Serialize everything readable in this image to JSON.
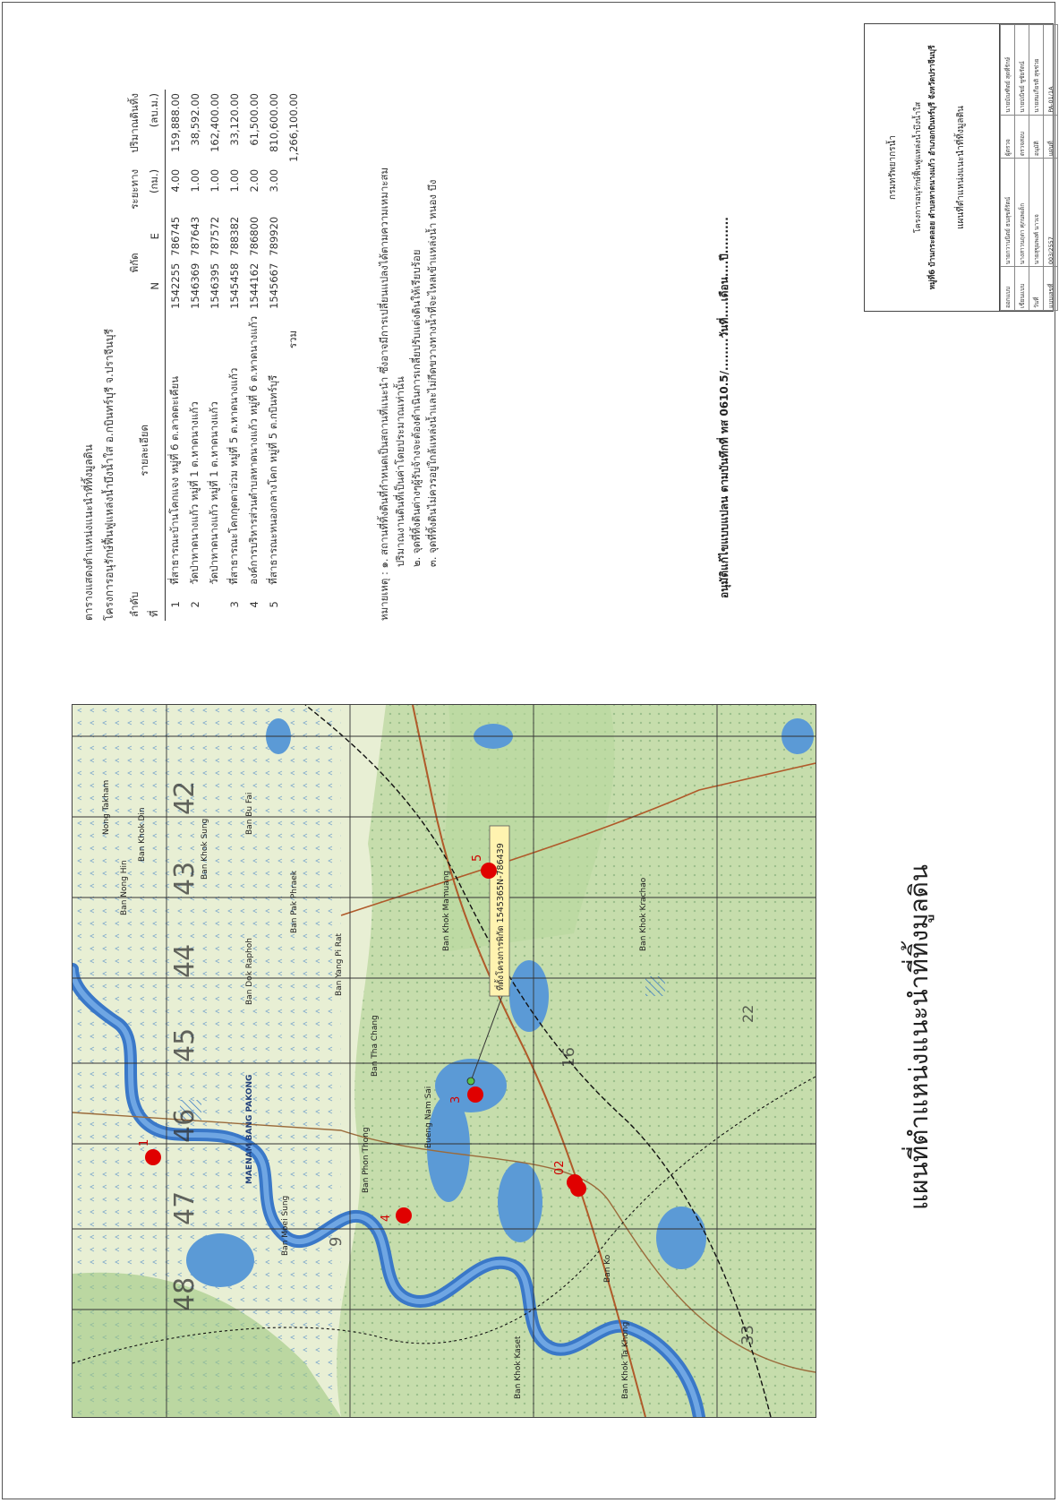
{
  "map": {
    "title": "แผนที่ตำแหน่งแนะนำที่ทิ้งมูลดิน",
    "grid_numbers": [
      "48",
      "47",
      "46",
      "45",
      "44",
      "43",
      "42",
      "33",
      "16",
      "22",
      "9"
    ],
    "place_labels": [
      "Ban Khok Kaset",
      "Ban Moei Sung",
      "Ban Phon Thong",
      "Ban Ko",
      "Ban Khok Krachao",
      "Ban Khok Mamuang",
      "Ban Khok Sung",
      "Ban Khok Din",
      "Ban Bu Fai",
      "Ban Yang Pi Rat",
      "Ban Tha Chang",
      "Bueng Nam Sai",
      "Nong Takham",
      "Ban Nong Hin",
      "Ban Dok Raphoh",
      "Ban Pak Phraek",
      "MAENAM BANG PAKONG",
      "Ban Khok Ta Khong"
    ],
    "points": [
      {
        "label": "1"
      },
      {
        "label": "02"
      },
      {
        "label": "3"
      },
      {
        "label": "4"
      },
      {
        "label": "5"
      }
    ],
    "callout": "ที่ตั้งโครงการพิกัด 1545365N-786439",
    "colors": {
      "point": "#e00000",
      "river": "#3a78c8",
      "forest": "#8fbf6a",
      "field": "#eef3d8"
    }
  },
  "table": {
    "caption1": "ตารางแสดงตำแหน่งแนะนำที่ทิ้งมูลดิน",
    "caption2": "โครงการอนุรักษ์ฟื้นฟูแหล่งน้ำบึงน้ำใส อ.กบินทร์บุรี จ.ปราจีนบุรี",
    "headers": {
      "no": "ลำดับ",
      "no2": "ที่",
      "detail": "รายละเอียด",
      "coord": "พิกัด",
      "n": "N",
      "e": "E",
      "dist": "ระยะทาง",
      "dist_unit": "(กม.)",
      "vol": "ปริมาณดินทิ้ง",
      "vol_unit": "(ลบ.ม.)"
    },
    "rows": [
      {
        "no": "1",
        "detail": "ที่สาธารณะบ้านโคกแจง หมู่ที่ 6 ต.ลาดตะเคียน",
        "n": "1542255",
        "e": "786745",
        "dist": "4.00",
        "vol": "159,888.00"
      },
      {
        "no": "2",
        "detail": "วัดป่าหาดนางแก้ว หมู่ที่ 1 ต.หาดนางแก้ว",
        "n": "1546369",
        "e": "787643",
        "dist": "1.00",
        "vol": "38,592.00"
      },
      {
        "no": "",
        "detail": "วัดป่าหาดนางแก้ว หมู่ที่ 1 ต.หาดนางแก้ว",
        "n": "1546395",
        "e": "787572",
        "dist": "1.00",
        "vol": "162,400.00"
      },
      {
        "no": "3",
        "detail": "ที่สาธารณะโคกกุดตาอ่วม หมู่ที่ 5 ต.หาดนางแก้ว",
        "n": "1545458",
        "e": "788382",
        "dist": "1.00",
        "vol": "33,120.00"
      },
      {
        "no": "4",
        "detail": "องค์การบริหารส่วนตำบลหาดนางแก้ว หมู่ที่ 6 ต.หาดนางแก้ว",
        "n": "1544162",
        "e": "786800",
        "dist": "2.00",
        "vol": "61,500.00"
      },
      {
        "no": "5",
        "detail": "ที่สาธารณะหนองกลางโคก หมู่ที่ 5 ต.กบินทร์บุรี",
        "n": "1545667",
        "e": "789920",
        "dist": "3.00",
        "vol": "810,600.00"
      }
    ],
    "total_label": "รวม",
    "total_vol": "1,266,100.00"
  },
  "notes": [
    "หมายเหตุ : ๑. สถานที่ทิ้งดินที่กำหนดเป็นสถานที่แนะนำ ซึ่งอาจมีการเปลี่ยนแปลงได้ตามความเหมาะสม",
    "ปริมาณงานดินที่เป็นค่าโดยประมาณเท่านั้น",
    "๒. จุดที่ทิ้งดินต่างๆผู้รับจ้างจะต้องดำเนินการเกลี่ยปรับแต่งดินให้เรียบร้อย",
    "๓. จุดที่ทิ้งดินไม่ควรอยู่ใกล้แหล่งน้ำและไม่กีดขวางทางน้ำที่จะไหลเข้าแหล่งน้ำ หนอง บึง"
  ],
  "approval": "อนุมัติแก้ไขแบบแปลน ตามบันทึกที่ ทส 0610.5/........วันที่....เดือน....ปี.........",
  "title_block": {
    "dept": "กรมทรัพยากรน้ำ",
    "project": "โครงการอนุรักษ์ฟื้นฟูแหล่งน้ำบึงน้ำใส",
    "location": "หมู่ที่6 บ้านกระดลอย ตำบลหาดนางแก้ว อำเภอกบินทร์บุรี จังหวัดปราจีนบุรี",
    "sheet_title": "แผนที่ตำแหน่งแนะนำที่ทิ้งมูลดิน",
    "rows": [
      [
        "ออกแบบ",
        "นายกวานนิตย์ ธนสุขดีรัตน์",
        "ผู้ตรวจ",
        "นายบัณฑิตย์ สุดที่รักษ์"
      ],
      [
        "เขียนแบบ",
        "นางสาวนฤดา ศุภนพเด็ก",
        "ตรวจสอบ",
        "นายปณิชย์ ชูชัยรัตน์"
      ],
      [
        "วันที่",
        "นายสุขุมพงศ์ นาวเจ",
        "อนุมัติ",
        "นายสมเกียรติ สุขช่วย"
      ],
      [
        "แบบเลขที่",
        "003/2557",
        "แผ่นที่",
        "PA-01/1A"
      ]
    ]
  }
}
